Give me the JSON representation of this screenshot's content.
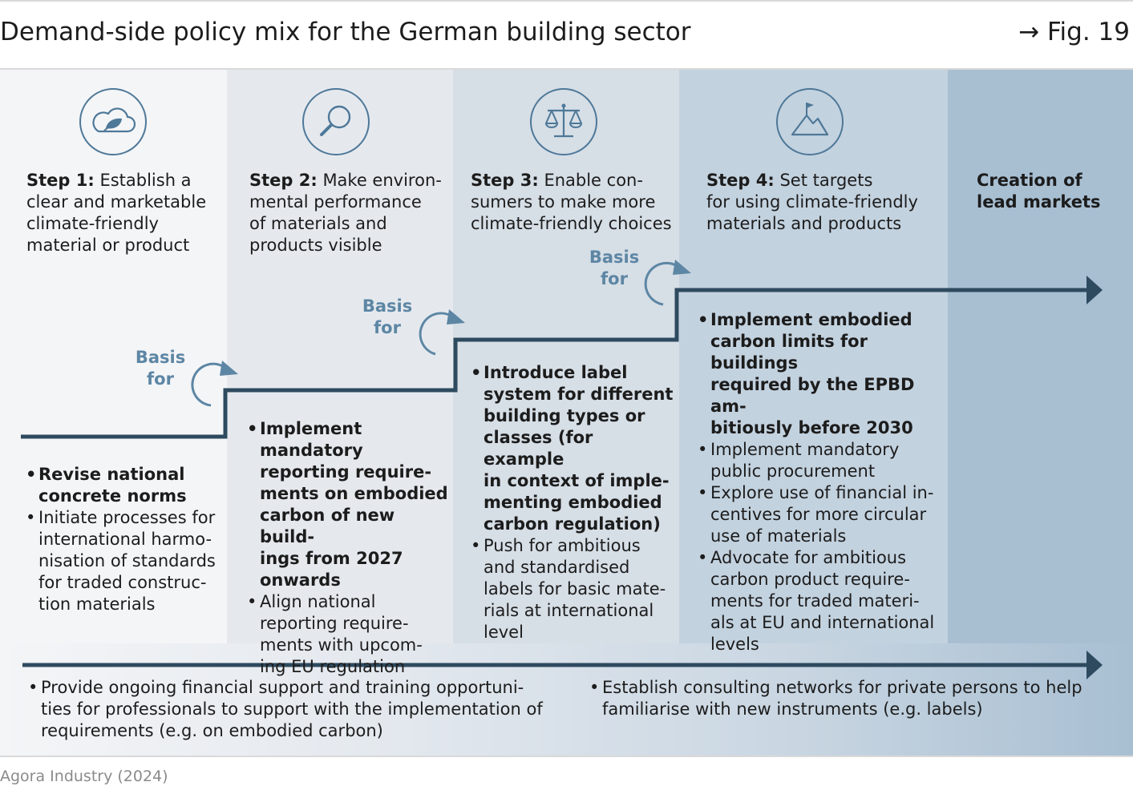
{
  "header": {
    "title": "Demand-side policy mix for the German building sector",
    "fig_ref": "→ Fig. 19"
  },
  "icons": [
    "cloud-leaf-icon",
    "magnifier-icon",
    "scales-icon",
    "mountain-flag-icon"
  ],
  "steps": [
    {
      "label": "Step 1:",
      "lines": [
        " Establish a",
        "clear and marketable",
        "climate-friendly",
        "material or product"
      ]
    },
    {
      "label": "Step 2:",
      "lines": [
        " Make environ-",
        "mental performance",
        "of materials and",
        "products visible"
      ]
    },
    {
      "label": "Step 3:",
      "lines": [
        " Enable con-",
        "sumers to make more",
        "climate-friendly choices"
      ]
    },
    {
      "label": "Step 4:",
      "lines": [
        " Set targets",
        "for using climate-friendly",
        "materials and products"
      ]
    }
  ],
  "final_step": {
    "lines": [
      "Creation of",
      "lead markets"
    ]
  },
  "basis_label": {
    "line1": "Basis",
    "line2": "for"
  },
  "measures": [
    [
      {
        "bold": true,
        "lines": [
          "Revise national",
          "concrete norms"
        ]
      },
      {
        "bold": false,
        "lines": [
          "Initiate processes for",
          "international harmo-",
          "nisation of standards",
          "for traded construc-",
          "tion materials"
        ]
      }
    ],
    [
      {
        "bold": true,
        "lines": [
          "Implement mandatory",
          "reporting require-",
          "ments on embodied",
          "carbon of new build-",
          "ings from 2027",
          "onwards"
        ]
      },
      {
        "bold": false,
        "lines": [
          "Align national",
          "reporting require-",
          "ments with upcom-",
          "ing EU regulation"
        ]
      }
    ],
    [
      {
        "bold": true,
        "lines": [
          "Introduce label",
          "system for different",
          "building types or",
          "classes (for example",
          "in context of imple-",
          "menting embodied",
          "carbon regulation)"
        ]
      },
      {
        "bold": false,
        "lines": [
          "Push for ambitious",
          "and standardised",
          "labels for basic mate-",
          "rials at international",
          "level"
        ]
      }
    ],
    [
      {
        "bold": true,
        "lines": [
          "Implement embodied",
          "carbon limits for buildings",
          "required by the EPBD am-",
          "bitiously before 2030"
        ]
      },
      {
        "bold": false,
        "lines": [
          "Implement mandatory",
          "public procurement"
        ]
      },
      {
        "bold": false,
        "lines": [
          "Explore use of financial in-",
          "centives for more circular",
          "use of materials"
        ]
      },
      {
        "bold": false,
        "lines": [
          "Advocate for ambitious",
          "carbon product require-",
          "ments for traded materi-",
          "als at EU and international",
          "levels"
        ]
      }
    ]
  ],
  "cross_cutting": [
    {
      "lines": [
        "Provide ongoing financial support and training opportuni-",
        "ties for professionals to support with the implementation of",
        "requirements (e.g. on embodied carbon)"
      ]
    },
    {
      "lines": [
        "Establish consulting networks for private persons to help",
        "familiarise with new instruments (e.g. labels)"
      ]
    }
  ],
  "source": "Agora Industry (2024)",
  "colors": {
    "line": "#2e4a5f",
    "icon": "#4e7898",
    "basis_text": "#5d86a4",
    "col1": "#f4f5f7",
    "col2": "#e5e9ee",
    "col3": "#d6dee6",
    "col4": "#c3d2df",
    "col5": "#a8bfd2"
  }
}
